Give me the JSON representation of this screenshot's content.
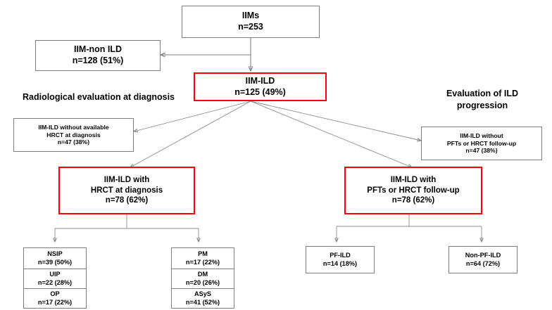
{
  "diagram": {
    "title_box": {
      "line1": "IIMs",
      "line2": "n=253"
    },
    "non_ild_box": {
      "line1": "IIM-non ILD",
      "line2": "n=128 (51%)"
    },
    "ild_box": {
      "line1": "IIM-ILD",
      "line2": "n=125 (49%)"
    },
    "left_section_label": "Radiological evaluation at diagnosis",
    "right_section_label_line1": "Evaluation of ILD",
    "right_section_label_line2": "progression",
    "no_hrct_box": {
      "line1": "IIM-ILD without available",
      "line2": "HRCT at diagnosis",
      "line3": "n=47 (38%)"
    },
    "no_followup_box": {
      "line1": "IIM-ILD without",
      "line2": "PFTs or HRCT follow-up",
      "line3": "n=47 (38%)"
    },
    "with_hrct_box": {
      "line1": "IIM-ILD with",
      "line2": "HRCT at diagnosis",
      "line3": "n=78 (62%)"
    },
    "with_followup_box": {
      "line1": "IIM-ILD with",
      "line2": "PFTs or HRCT follow-up",
      "line3": "n=78 (62%)"
    },
    "hrct_pattern_group": [
      {
        "label": "NSIP",
        "value": "n=39 (50%)"
      },
      {
        "label": "UIP",
        "value": "n=22 (28%)"
      },
      {
        "label": "OP",
        "value": "n=17 (22%)"
      }
    ],
    "subtype_group": [
      {
        "label": "PM",
        "value": "n=17 (22%)"
      },
      {
        "label": "DM",
        "value": "n=20 (26%)"
      },
      {
        "label": "ASyS",
        "value": "n=41 (52%)"
      }
    ],
    "pf_ild_box": {
      "line1": "PF-ILD",
      "line2": "n=14 (18%)"
    },
    "non_pf_ild_box": {
      "line1": "Non-PF-ILD",
      "line2": "n=64 (72%)"
    },
    "colors": {
      "highlight_border": "#ff0000",
      "default_border": "#7f7f7f",
      "connector": "#808080",
      "text": "#000000",
      "background": "#ffffff"
    }
  }
}
